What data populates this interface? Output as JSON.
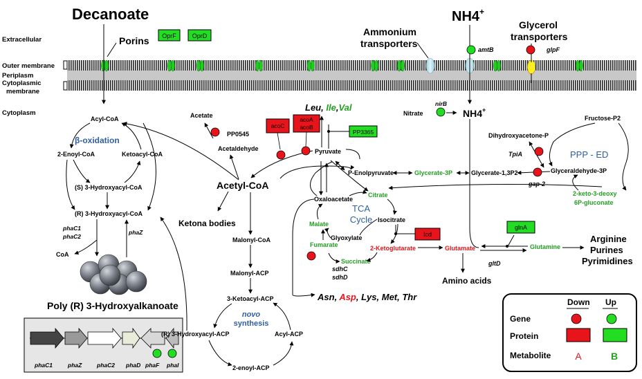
{
  "zones": {
    "extracellular": "Extracellular",
    "outer_membrane": "Outer membrane",
    "periplasm": "Periplasm",
    "cytoplasmic_membrane_1": "Cytoplasmic",
    "cytoplasmic_membrane_2": "membrane",
    "cytoplasm": "Cytoplasm"
  },
  "substrates": {
    "decanoate": "Decanoate",
    "porins": "Porins",
    "nh4": "NH4",
    "nh4_sup": "+",
    "nh4_in": "NH4",
    "nh4_in_sup": "+",
    "ammonium_1": "Ammonium",
    "ammonium_2": "transporters",
    "glycerol_1": "Glycerol",
    "glycerol_2": "transporters"
  },
  "proteins": {
    "oprF": "OprF",
    "oprD": "OprD",
    "acoC": "acoC",
    "acoA": "acoA",
    "acoB": "acoB",
    "pp3365": "PP3365",
    "icd": "Icd",
    "glnA": "glnA"
  },
  "genes": {
    "amtB": "amtB",
    "glpF": "glpF",
    "nirB": "nirB",
    "pp0545": "PP0545",
    "tpiA": "TpiA",
    "gap2": "gap-2",
    "phaC1": "phaC1",
    "phaC2": "phaC2",
    "phaZ": "phaZ",
    "sdhC": "sdhC",
    "sdhD": "sdhD",
    "gltD": "gltD"
  },
  "beta_oxidation": {
    "title": "β-oxidation",
    "acyl_coa": "Acyl-CoA",
    "enoyl_coa": "2-Enoyl-CoA",
    "ketoacyl_coa": "Ketoacyl-CoA",
    "s_hydroxy": "(S) 3-Hydroxyacyl-CoA",
    "r_hydroxy": "(R) 3-Hydroxyacyl-CoA",
    "coa": "CoA"
  },
  "pha": {
    "title": "Poly (R) 3-Hydroxyalkanoate",
    "operon": [
      "phaC1",
      "phaZ",
      "phaC2",
      "phaD",
      "phaF",
      "phaI"
    ]
  },
  "central": {
    "acetate": "Acetate",
    "acetaldehyde": "Acetaldehyde",
    "acetyl_coa": "Acetyl-CoA",
    "pyruvate": "Pyruvate",
    "pep": "P-Enolpyruvate",
    "glycerate3p": "Glycerate-3P",
    "glycerate13p2": "Glycerate-1,3P2",
    "nitrate": "Nitrate",
    "ketona": "Ketona bodies",
    "malonyl_coa": "Malonyl-CoA",
    "malonyl_acp": "Malonyl-ACP",
    "ketoacyl_acp": "3-Ketoacyl-ACP",
    "novo": "novo",
    "synthesis": "synthesis",
    "r_hydroxyacyl_acp": "(R) 3-Hydroxyacyl-ACP",
    "acyl_acp": "Acyl-ACP",
    "enoyl_acp": "2-enoyl-ACP"
  },
  "amino": {
    "leu": "Leu",
    "ile": "Ile",
    "val": "Val",
    "asn": "Asn",
    "asp": "Asp",
    "rest": "Lys, Met, Thr",
    "sep": ", ",
    "amino_acids": "Amino acids",
    "arginine": "Arginine",
    "purines": "Purines",
    "pyrimidines": "Pyrimidines"
  },
  "tca": {
    "title_1": "TCA",
    "title_2": "Cycle",
    "oxaloacetate": "Oxaloacetate",
    "citrate": "Citrate",
    "isocitrate": "Isocitrate",
    "glyoxylate": "Glyoxylate",
    "malate": "Malate",
    "fumarate": "Fumarate",
    "succinate": "Succinate",
    "ketoglutarate": "2-Ketoglutarate",
    "glutamate": "Glutamate",
    "glutamine": "Glutamine"
  },
  "ppp": {
    "title": "PPP - ED",
    "dhap": "Dihydroxyacetone-P",
    "fructose": "Fructose-P2",
    "g3p": "Glyceraldehyde-3P",
    "kdpg_1": "2-keto-3-deoxy",
    "kdpg_2": "6P-gluconate"
  },
  "legend": {
    "down": "Down",
    "up": "Up",
    "gene": "Gene",
    "protein": "Protein",
    "metabolite": "Metabolite",
    "metabolite_down": "A",
    "metabolite_up": "B"
  },
  "colors": {
    "down": "#e8141b",
    "up": "#22dd22",
    "green_text": "#22a022",
    "blue_text": "#2e5fa3",
    "red_text": "#e8141b"
  }
}
